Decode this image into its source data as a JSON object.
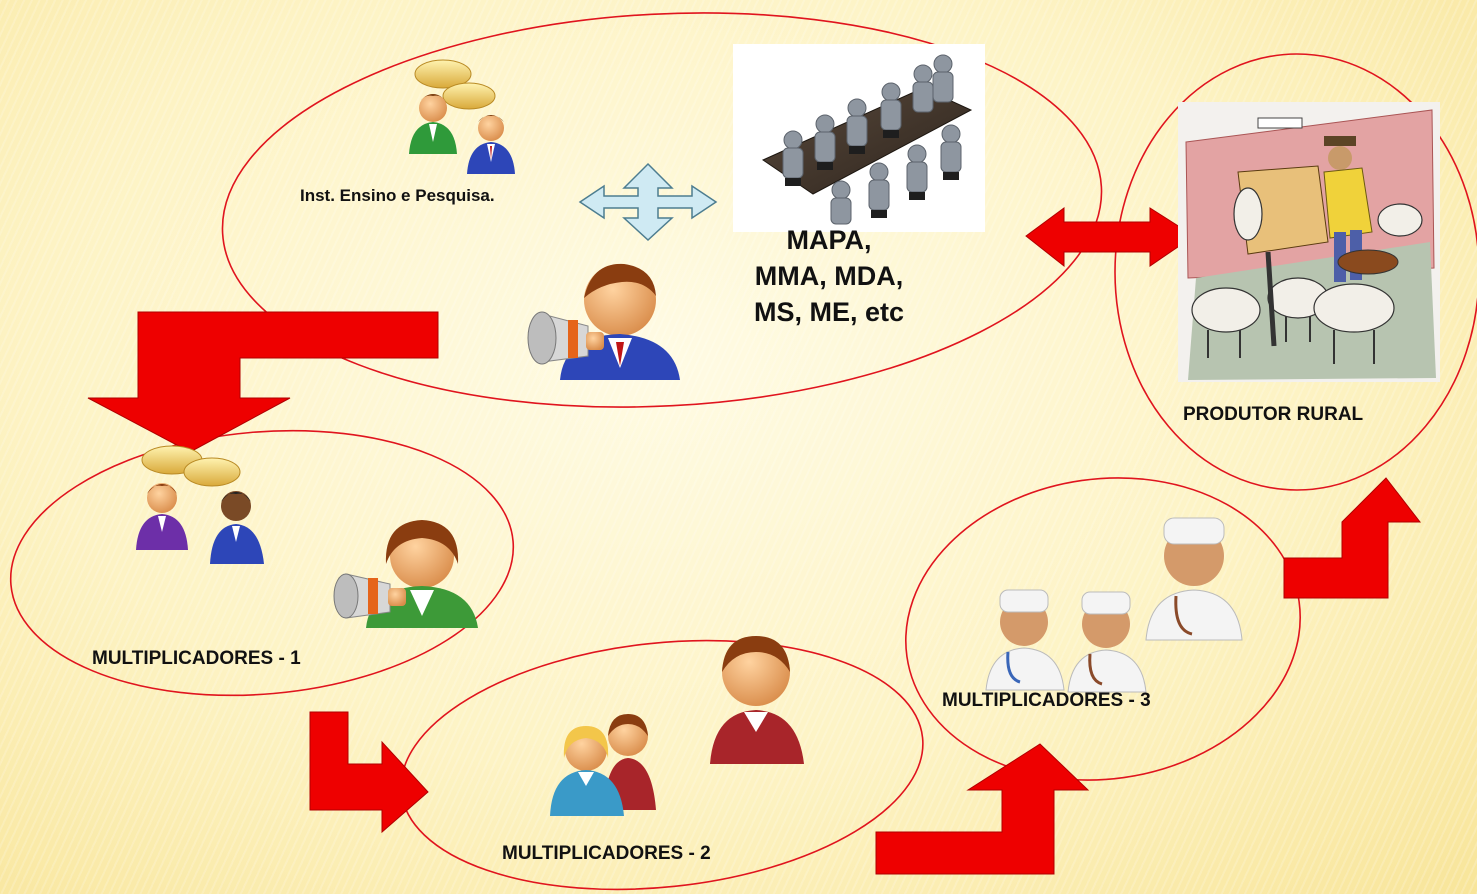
{
  "labels": {
    "inst": "Inst. Ensino e Pesquisa.",
    "mapa_lines": [
      "MAPA,",
      "MMA, MDA,",
      "MS, ME, etc"
    ],
    "produtor": "PRODUTOR RURAL",
    "mult1": "MULTIPLICADORES - 1",
    "mult2": "MULTIPLICADORES - 2",
    "mult3": "MULTIPLICADORES - 3"
  },
  "colors": {
    "ellipse_stroke": "#e0141e",
    "arrow_fill": "#ee0000",
    "arrow_stroke": "#b00000",
    "move_arrow_fill": "#cfeaf3",
    "move_arrow_stroke": "#4d7d90"
  },
  "icons": [
    "chat-people-icon",
    "move-arrows-icon",
    "meeting-room-icon",
    "megaphone-man-icon",
    "farmer-sheep-icon",
    "chat-people-icon",
    "megaphone-woman-icon",
    "people-group-icon",
    "doctors-icon"
  ]
}
